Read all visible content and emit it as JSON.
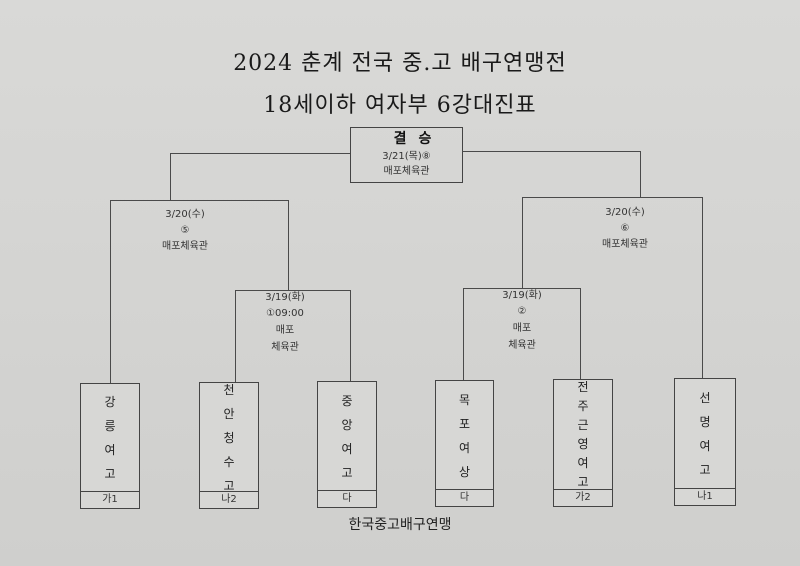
{
  "title": {
    "line1": "2024 춘계 전국 중.고 배구연맹전",
    "line2": "18세이하 여자부 6강대진표"
  },
  "final": {
    "label": "결승",
    "date": "3/21(목)⑧",
    "venue": "매포체육관"
  },
  "semifinals": [
    {
      "date": "3/20(수)",
      "match": "⑤",
      "venue": "매포체육관"
    },
    {
      "date": "3/20(수)",
      "match": "⑥",
      "venue": "매포체육관"
    }
  ],
  "quarterfinals": [
    {
      "date": "3/19(화)",
      "match": "①09:00",
      "venue_line1": "매포",
      "venue_line2": "체육관"
    },
    {
      "date": "3/19(화)",
      "match": "②",
      "venue_line1": "매포",
      "venue_line2": "체육관"
    }
  ],
  "teams": [
    {
      "name": [
        "강",
        "릉",
        "여",
        "고"
      ],
      "group": "가1"
    },
    {
      "name": [
        "천",
        "안",
        "청",
        "수",
        "고"
      ],
      "group": "나2"
    },
    {
      "name": [
        "중",
        "앙",
        "여",
        "고"
      ],
      "group": "다"
    },
    {
      "name": [
        "목",
        "포",
        "여",
        "상"
      ],
      "group": "다"
    },
    {
      "name": [
        "전",
        "주",
        "근",
        "영",
        "여",
        "고"
      ],
      "group": "가2"
    },
    {
      "name": [
        "선",
        "명",
        "여",
        "고"
      ],
      "group": "나1"
    }
  ],
  "footer": "한국중고배구연맹"
}
